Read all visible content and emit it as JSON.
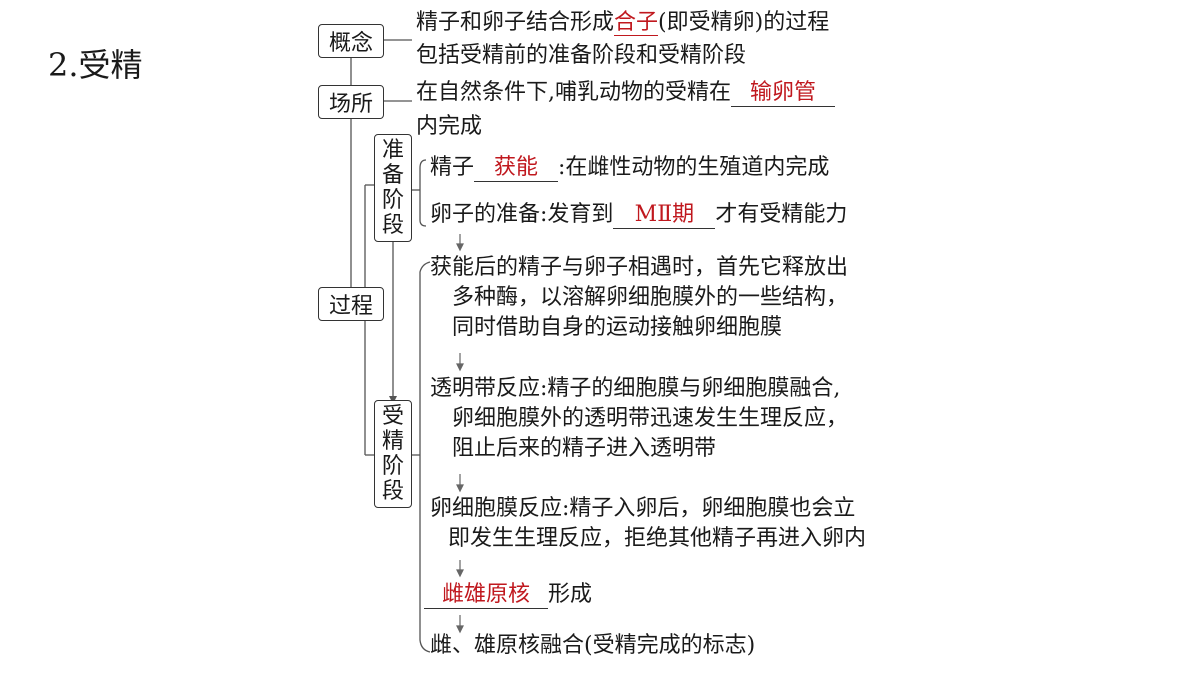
{
  "title": "2.受精",
  "nodes": {
    "concept": "概念",
    "place": "场所",
    "process": "过程",
    "prep_stage": [
      "准",
      "备",
      "阶",
      "段"
    ],
    "fert_stage": [
      "受",
      "精",
      "阶",
      "段"
    ]
  },
  "concept_lines": {
    "line1_pre": "精子和卵子结合形成",
    "line1_answer": "合子",
    "line1_post": "(即受精卵)的过程",
    "line2": "包括受精前的准备阶段和受精阶段"
  },
  "place_lines": {
    "line1_pre": "在自然条件下,哺乳动物的受精在",
    "line1_answer": "输卵管",
    "line2": "内完成"
  },
  "prep_items": {
    "sperm_pre": "精子",
    "sperm_answer": "获能",
    "sperm_post": ":在雌性动物的生殖道内完成",
    "egg_pre": "卵子的准备:发育到",
    "egg_answer": "MⅡ期",
    "egg_post": "才有受精能力"
  },
  "fert_steps": {
    "step1": [
      "获能后的精子与卵子相遇时，首先它释放出",
      "多种酶，以溶解卵细胞膜外的一些结构，",
      "同时借助自身的运动接触卵细胞膜"
    ],
    "step2": [
      "透明带反应:精子的细胞膜与卵细胞膜融合,",
      "卵细胞膜外的透明带迅速发生生理反应，",
      "阻止后来的精子进入透明带"
    ],
    "step3": [
      "卵细胞膜反应:精子入卵后，卵细胞膜也会立",
      "即发生生理反应，拒绝其他精子再进入卵内"
    ],
    "step4_answer": "雌雄原核",
    "step4_post": "形成",
    "step5": "雌、雄原核融合(受精完成的标志)"
  }
}
